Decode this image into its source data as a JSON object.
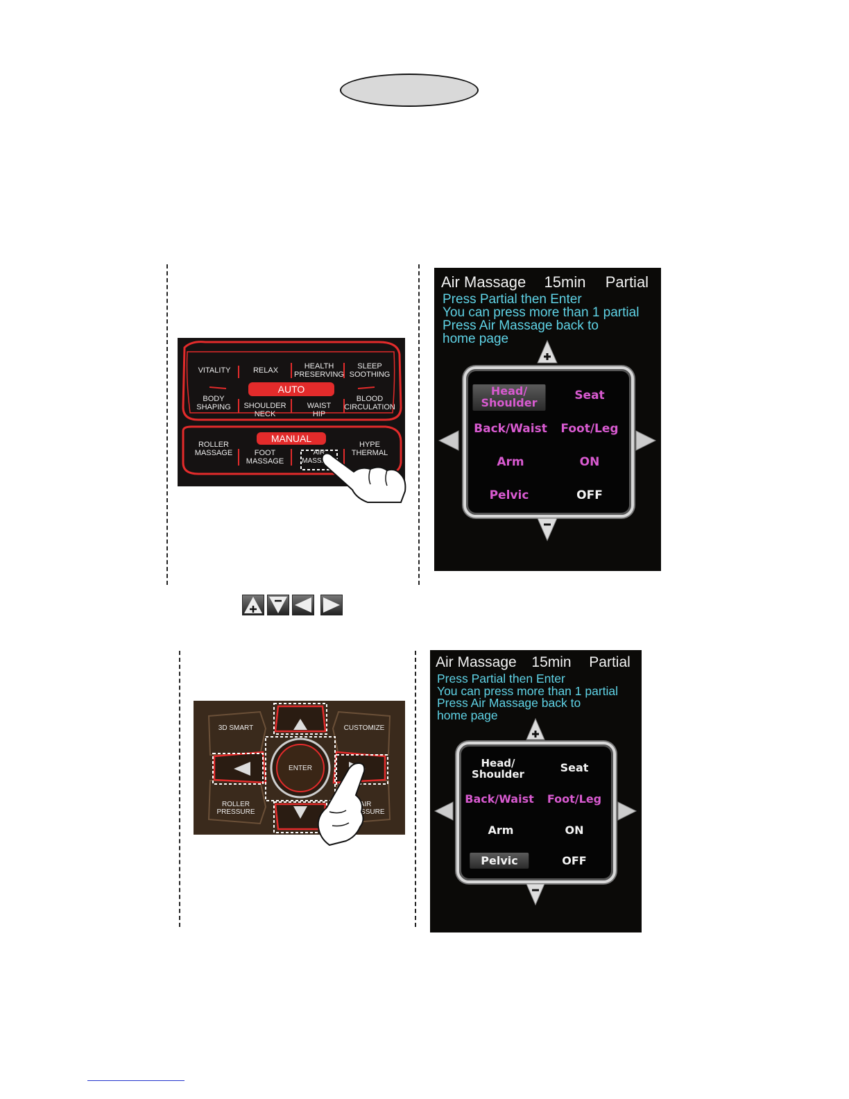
{
  "screen1": {
    "title": {
      "mode": "Air Massage",
      "time": "15min",
      "type": "Partial"
    },
    "info": [
      "Press Partial then Enter",
      "You can press more than 1 partial",
      "Press Air Massage back to",
      "home page"
    ],
    "options": {
      "head_shoulder": [
        "Head/",
        "Shoulder"
      ],
      "seat": "Seat",
      "back_waist": "Back/Waist",
      "foot_leg": "Foot/Leg",
      "arm": "Arm",
      "on": "ON",
      "pelvic": "Pelvic",
      "off": "OFF"
    },
    "up_icon": "plus-triangle-icon",
    "down_icon": "minus-triangle-icon"
  },
  "screen2": {
    "title": {
      "mode": "Air Massage",
      "time": "15min",
      "type": "Partial"
    },
    "info": [
      "Press Partial then Enter",
      "You can press more than 1 partial",
      "Press Air Massage back to",
      "home page"
    ],
    "options": {
      "head_shoulder": [
        "Head/",
        "Shoulder"
      ],
      "seat": "Seat",
      "back_waist": "Back/Waist",
      "foot_leg": "Foot/Leg",
      "arm": "Arm",
      "on": "ON",
      "pelvic": "Pelvic",
      "off": "OFF"
    }
  },
  "remote1": {
    "auto_label": "AUTO",
    "manual_label": "MANUAL",
    "auto_row1": [
      [
        "VITALITY"
      ],
      [
        "RELAX"
      ],
      [
        "HEALTH",
        "PRESERVING"
      ],
      [
        "SLEEP",
        "SOOTHING"
      ]
    ],
    "auto_row2": [
      [
        "BODY",
        "SHAPING"
      ],
      [
        "SHOULDER",
        "NECK"
      ],
      [
        "WAIST",
        "HIP"
      ],
      [
        "BLOOD",
        "CIRCULATION"
      ]
    ],
    "manual_row": [
      [
        "ROLLER",
        "MASSAGE"
      ],
      [
        "FOOT",
        "MASSAGE"
      ],
      [
        "AIR",
        "MASSAGE"
      ],
      [
        "HYPE",
        "THERMAL"
      ]
    ]
  },
  "remote2": {
    "smart": "3D SMART",
    "customize": "CUSTOMIZE",
    "enter": "ENTER",
    "roller": [
      "ROLLER",
      "PRESSURE"
    ],
    "air": [
      "AIR",
      "PRESSURE"
    ]
  },
  "nav_icons": [
    "up-plus-icon",
    "down-minus-icon",
    "left-arrow-icon",
    "right-arrow-icon"
  ]
}
